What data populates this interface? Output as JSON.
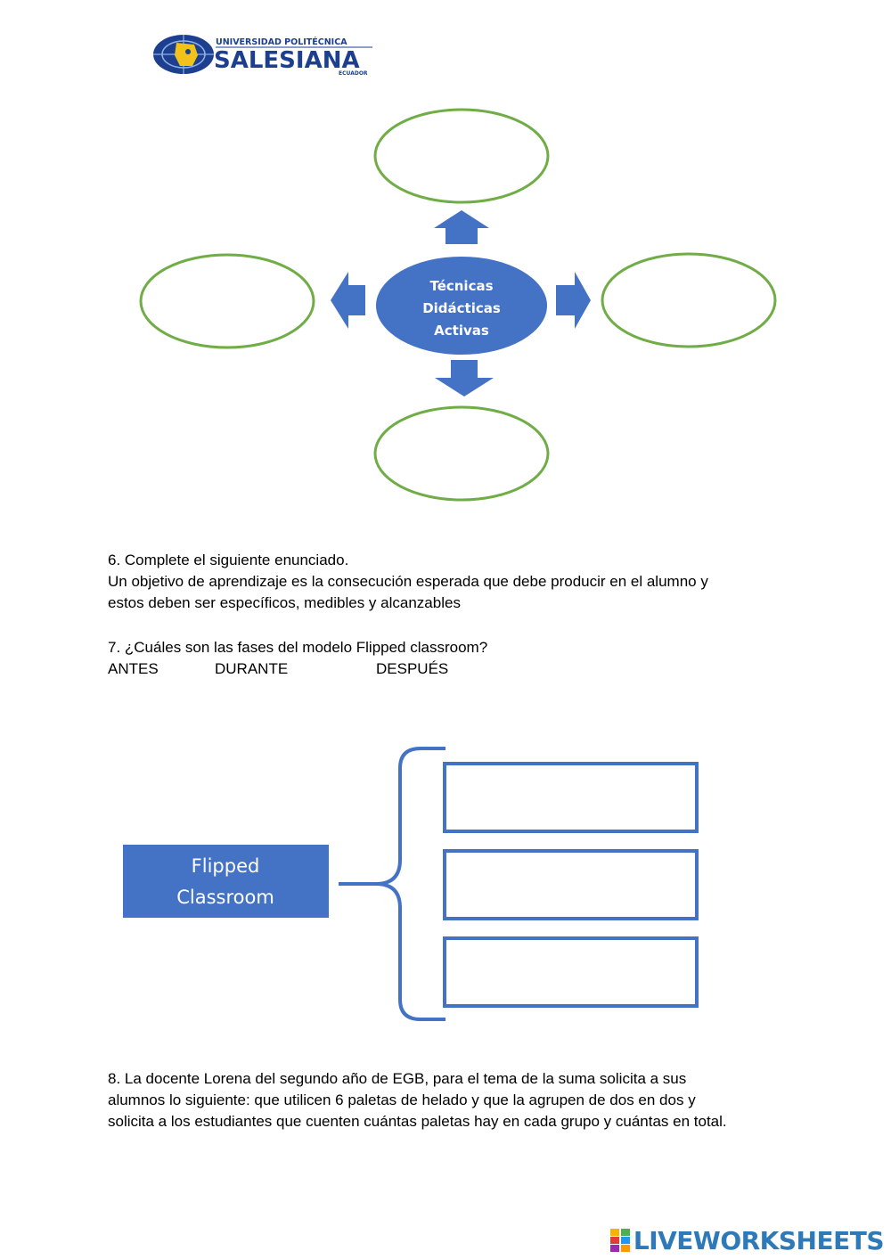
{
  "header": {
    "logo": {
      "line1": "UNIVERSIDAD POLITÉCNICA",
      "name": "SALESIANA",
      "country": "ECUADOR",
      "colors": {
        "blue": "#1d3f8f",
        "yellow": "#f2c21b"
      }
    }
  },
  "concept_map": {
    "center_lines": [
      "Técnicas",
      "Didácticas",
      "Activas"
    ],
    "colors": {
      "center_fill": "#4472c4",
      "arrow_fill": "#4472c4",
      "ellipse_stroke": "#70ad47"
    }
  },
  "questions": {
    "q6": {
      "title": "6. Complete el siguiente enunciado.",
      "lines": [
        "Un objetivo de aprendizaje es la consecución esperada que debe producir en el alumno y",
        "estos deben ser específicos, medibles y alcanzables"
      ]
    },
    "q7": {
      "title": "7. ¿Cuáles son las fases del modelo Flipped classroom?",
      "phases": [
        "ANTES",
        "DURANTE",
        "DESPUÉS"
      ]
    },
    "q8": {
      "lines": [
        "8. La docente Lorena del segundo año de EGB, para el tema de la suma solicita a sus",
        "alumnos lo siguiente: que utilicen 6 paletas de helado y que la agrupen de dos en dos y",
        "solicita a los estudiantes que cuenten cuántas paletas hay en cada grupo y cuántas en total."
      ]
    }
  },
  "flipped_diagram": {
    "title_lines": [
      "Flipped",
      "Classroom"
    ],
    "colors": {
      "box_fill": "#4472c4",
      "stroke": "#4472c4"
    }
  },
  "footer": {
    "brand": "LIVEWORKSHEETS",
    "brand_color": "#2e7ab8"
  }
}
